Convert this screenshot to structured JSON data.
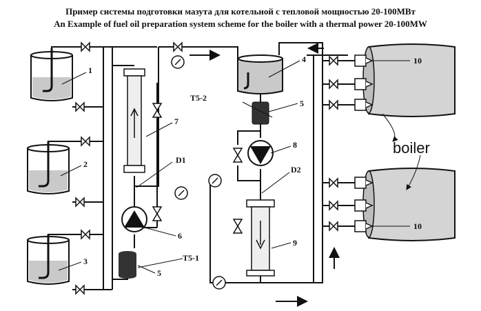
{
  "title_ru": "Пример системы  подготовки мазута для котельной с тепловой мощностью 20-100МВт",
  "title_en": "An Example of fuel oil preparation system scheme for the boiler with a thermal power 20-100MW",
  "labels": {
    "tank1": "1",
    "tank2": "2",
    "tank3": "3",
    "tank4": "4",
    "filter5_top": "5",
    "filter5_bottom": "5",
    "pump6": "6",
    "heater7": "7",
    "pump8": "8",
    "heater9": "9",
    "burner10_top": "10",
    "burner10_bottom": "10",
    "ts5_2": "T5-2",
    "ts5_1": "T5-1",
    "d1": "D1",
    "d2": "D2",
    "boiler": "boiler"
  },
  "colors": {
    "line": "#111111",
    "tank_fill": "#c9c9c9",
    "boiler_fill": "#d4d4d4",
    "filter_fill": "#333333",
    "heater_fill": "#eeeeee"
  }
}
